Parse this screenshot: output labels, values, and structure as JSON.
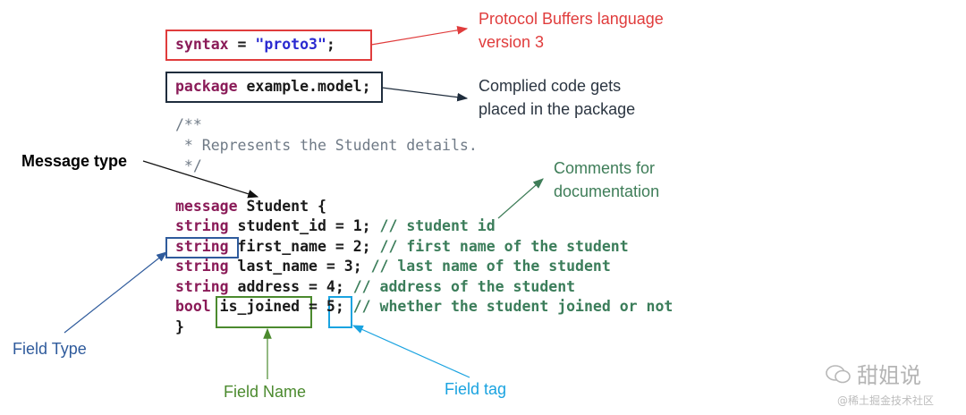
{
  "code": {
    "syntax_kw": "syntax",
    "syntax_eq": " = ",
    "syntax_val": "\"proto3\"",
    "syntax_end": ";",
    "package_kw": "package",
    "package_name": " example.model;",
    "doc_open": "/**",
    "doc_body": " * Represents the Student details.",
    "doc_close": " */",
    "message_kw": "message",
    "message_name": " Student {",
    "fields": [
      {
        "type": "string",
        "name": " student_id",
        "eq": " = ",
        "tag": "1;",
        "comment": " // student id"
      },
      {
        "type": "string",
        "name": " first_name",
        "eq": " = ",
        "tag": "2;",
        "comment": " // first name of the student"
      },
      {
        "type": "string",
        "name": " last_name",
        "eq": " = ",
        "tag": "3;",
        "comment": " // last name of the student"
      },
      {
        "type": "string",
        "name": " address",
        "eq": " = ",
        "tag": "4;",
        "comment": " // address of the student"
      },
      {
        "type": "bool",
        "name": " is_joined",
        "eq": " = ",
        "tag": "5;",
        "comment": " // whether the student joined or not"
      }
    ],
    "close_brace": "}"
  },
  "annotations": {
    "protocol_line1": "Protocol Buffers language",
    "protocol_line2": "version 3",
    "package_line1": "Complied code gets",
    "package_line2": "placed in the package",
    "message_type": "Message type",
    "comments_line1": "Comments for",
    "comments_line2": "documentation",
    "field_type": "Field Type",
    "field_name": "Field Name",
    "field_tag": "Field tag"
  },
  "watermark": {
    "brand": "甜姐说",
    "sub": "@稀土掘金技术社区"
  },
  "colors": {
    "red": "#e03c3c",
    "navy": "#1f2d3d",
    "green_label": "#3e7d58",
    "blue_label": "#2f5b9c",
    "field_name_green": "#4b8a2e",
    "cyan": "#1aa3e0"
  }
}
